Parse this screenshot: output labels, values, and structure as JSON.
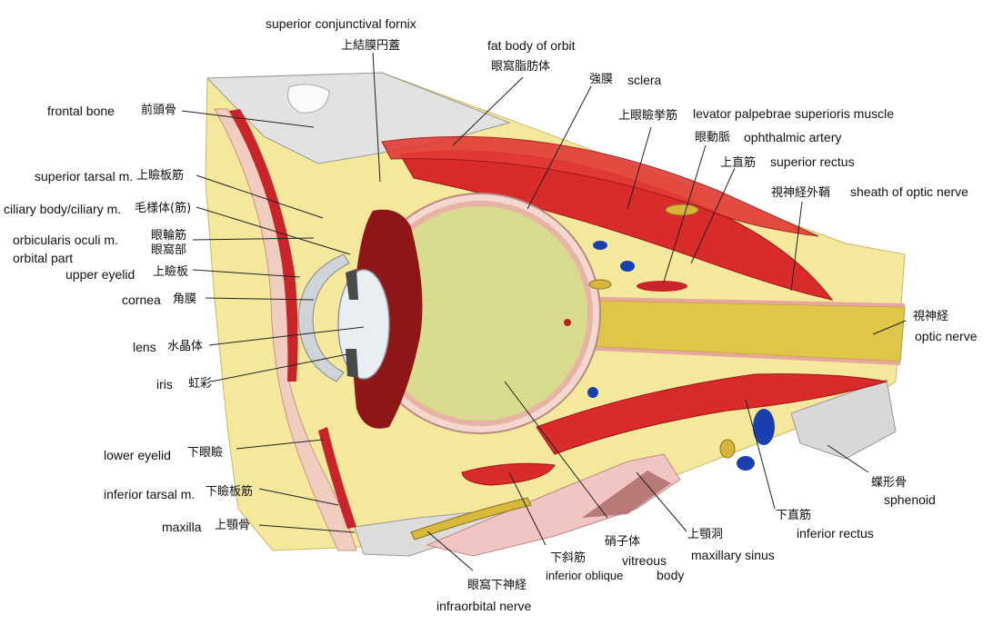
{
  "labels": {
    "superior_conjunctival_fornix_en": "superior conjunctival fornix",
    "superior_conjunctival_fornix_jp": "上結膜円蓋",
    "fat_body_en": "fat body of orbit",
    "fat_body_jp": "眼窩脂肪体",
    "sclera_jp": "強膜",
    "sclera_en": "sclera",
    "frontal_bone_en": "frontal bone",
    "frontal_bone_jp": "前頭骨",
    "levator_jp": "上眼瞼挙筋",
    "levator_en": "levator palpebrae superioris muscle",
    "ophthalmic_artery_jp": "眼動脈",
    "ophthalmic_artery_en": "ophthalmic artery",
    "superior_rectus_jp": "上直筋",
    "superior_rectus_en": "superior rectus",
    "superior_tarsal_en": "superior tarsal m.",
    "superior_tarsal_jp": "上瞼板筋",
    "sheath_optic_jp": "視神経外鞘",
    "sheath_optic_en": "sheath of optic nerve",
    "ciliary_en": "ciliary body/ciliary m.",
    "ciliary_jp": "毛様体(筋)",
    "orbicularis_en1": "orbicularis oculi m.",
    "orbicularis_en2": "orbital part",
    "orbicularis_jp1": "眼輪筋",
    "orbicularis_jp2": "眼窩部",
    "upper_eyelid_en": "upper eyelid",
    "upper_eyelid_jp": "上瞼板",
    "cornea_en": "cornea",
    "cornea_jp": "角膜",
    "optic_nerve_jp": "視神経",
    "optic_nerve_en": "optic nerve",
    "lens_en": "lens",
    "lens_jp": "水晶体",
    "iris_en": "iris",
    "iris_jp": "虹彩",
    "lower_eyelid_en": "lower eyelid",
    "lower_eyelid_jp": "下眼瞼",
    "sphenoid_jp": "蝶形骨",
    "sphenoid_en": "sphenoid",
    "inferior_tarsal_en": "inferior tarsal m.",
    "inferior_tarsal_jp": "下瞼板筋",
    "inferior_rectus_jp": "下直筋",
    "inferior_rectus_en": "inferior rectus",
    "maxilla_en": "maxilla",
    "maxilla_jp": "上顎骨",
    "maxillary_sinus_jp": "上顎洞",
    "maxillary_sinus_en": "maxillary sinus",
    "vitreous_jp": "硝子体",
    "vitreous_en1": "vitreous",
    "vitreous_en2": "body",
    "inferior_oblique_jp": "下斜筋",
    "inferior_oblique_en": "inferior oblique",
    "infraorbital_jp": "眼窩下神経",
    "infraorbital_en": "infraorbital nerve"
  },
  "colors": {
    "fat": "#f3e79a",
    "muscle": "#d8262a",
    "vitreous": "#d9dc8f",
    "optic_nerve": "#e3c94a",
    "bone": "#cfcfcf",
    "vein": "#1a3fb0",
    "sclera": "#f1d6cf",
    "choroid_inner": "#8b1414"
  }
}
